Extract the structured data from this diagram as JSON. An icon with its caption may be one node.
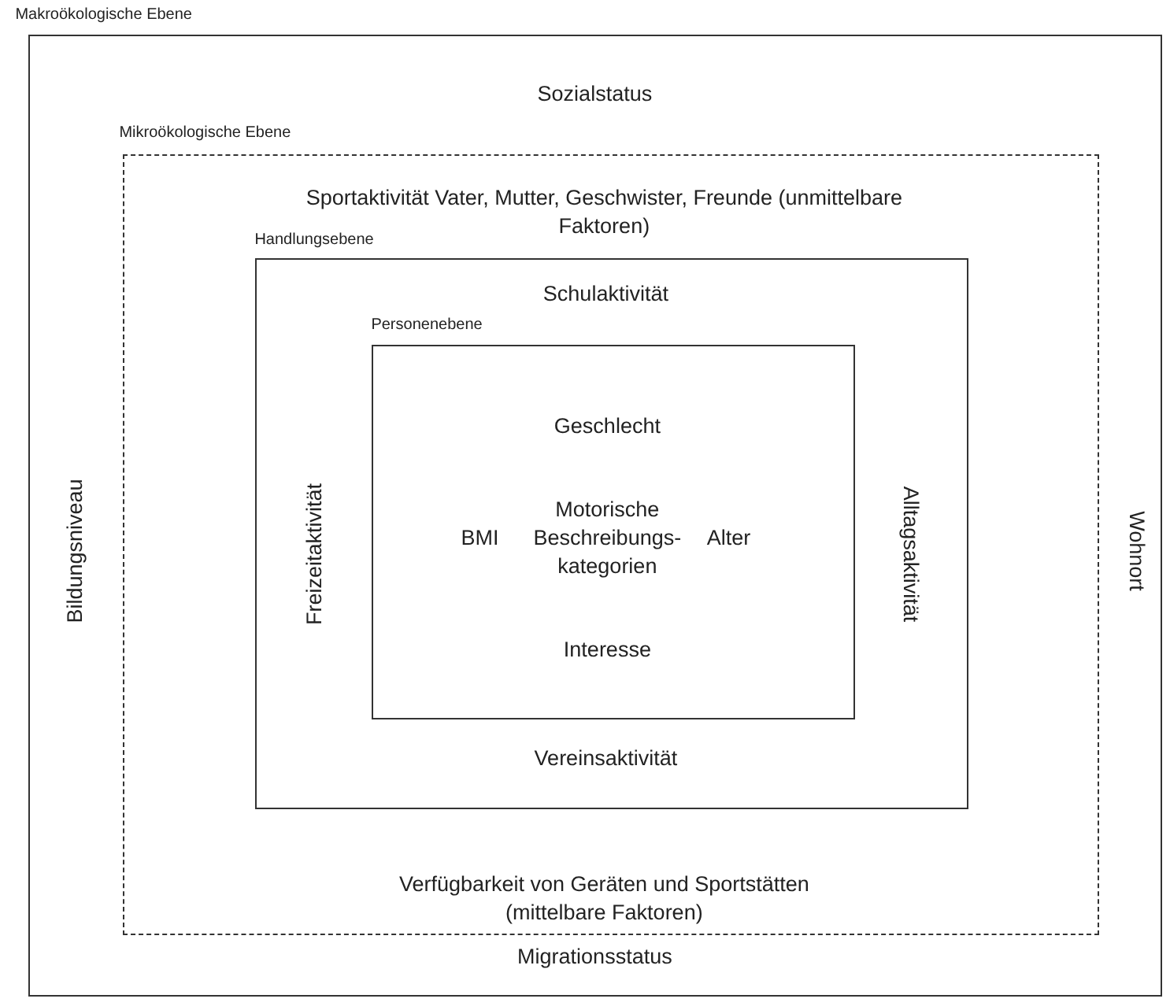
{
  "diagram": {
    "nodes": [
      {
        "text": [
          "Makroökologische Ebene",
          "Sozialstatus",
          "Bildungsniveau",
          "Wohnort",
          "Migrationsstatus"
        ]
      },
      {
        "text": [
          "Mikroökologische Ebene",
          "Sportaktivität Vater, Mutter, Geschwister, Freunde (unmittelbare Faktoren)",
          "Verfügbarkeit von Geräten und Sportstätten (mittelbare Faktoren)"
        ],
        "in": 0
      },
      {
        "text": [
          "Handlungsebene",
          "Schulaktivität",
          "Freizeitaktivität",
          "Alltagsaktivität",
          "Vereinsaktivität"
        ],
        "in": 1
      },
      {
        "text": [
          "Personenebene",
          "Geschlecht",
          "BMI",
          "Motorische Beschreibungs- kategorien",
          "Alter",
          "Interesse"
        ],
        "in": 2
      }
    ]
  }
}
